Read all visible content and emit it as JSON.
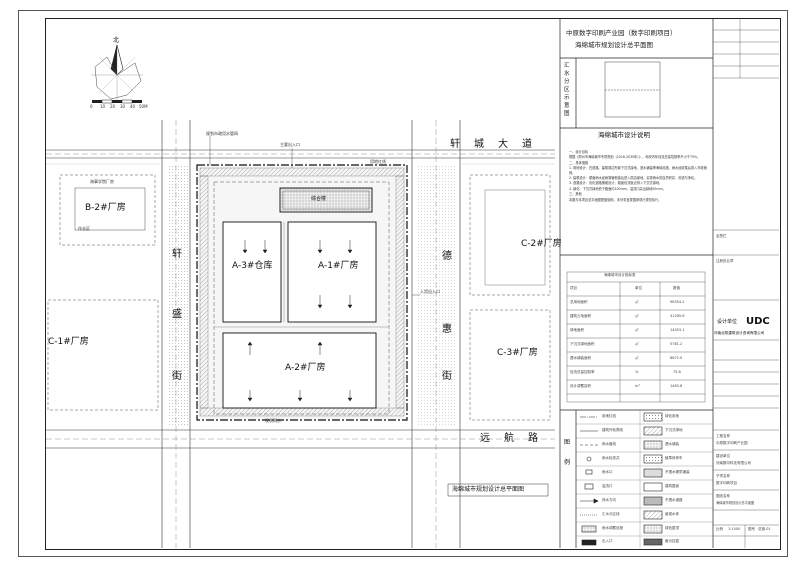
{
  "north_label": "北",
  "scale_ticks": [
    "0",
    "10",
    "20",
    "30",
    "40",
    "50M"
  ],
  "roads": {
    "xuancheng": "轩城大道",
    "yuanhang": "远航路",
    "xuansheng": [
      "轩",
      "盛",
      "街"
    ],
    "dehui": [
      "德",
      "惠",
      "街"
    ]
  },
  "buildings": {
    "b2": "B-2#厂房",
    "c1": "C-1#厂房",
    "a3": "A-3#仓库",
    "a1": "A-1#厂房",
    "a2": "A-2#厂房",
    "c3": "C-3#厂房",
    "c2": "C-2#厂房",
    "zonghe": "综合楼"
  },
  "site_labels": {
    "road_gate_top": "规划市政用水管网",
    "main_gate": "主要出入口",
    "side_gate": "入货出入口",
    "b2_note": "海事学院厂房",
    "tag1": "作业区",
    "bottom_note": "现状雨水",
    "boundary": "用地红线"
  },
  "titles": {
    "project_line1": "中原数字印刷产业园（数字印刷项目）",
    "project_line2": "海绵城市规划设计总平面图",
    "drainage_title": [
      "汇",
      "水",
      "分",
      "区",
      "示",
      "意",
      "图"
    ],
    "design_notes_title": "海绵城市设计说明",
    "drawing_footer": "海绵城市规划设计总平面图",
    "legend_title": [
      "图",
      "例"
    ]
  },
  "design_notes": [
    "一、设计目标",
    "根据《郑州市海绵城市专项规划（2016-2030年）》，地块内年径流总量控制率不小于75%。",
    "二、具体措施",
    "1. 场地设计：在道路、建筑周边布置下沉式绿地、透水铺装等海绵设施，雨水经收集后排入市政管网。",
    "2. 建筑设计：屋面雨水经雨落管断接后进入周边绿地，实现雨水的自然积存、渗透与净化。",
    "3. 道路设计：优化道路横坡设计，路面径流就近排入下沉式绿地。",
    "4. 绿化：下沉式绿地低于路面约100mm，溢流口高出绿地50mm。",
    "三、其他",
    "本图与本项目总平面图配套使用，未尽事宜按国家现行规范执行。"
  ],
  "table": {
    "header": "海绵城市设计指标表",
    "rows": [
      [
        "项目",
        "单位",
        "数值"
      ],
      [
        "总用地面积",
        "㎡",
        "96354.2"
      ],
      [
        "建筑占地面积",
        "㎡",
        "41285.6"
      ],
      [
        "绿地面积",
        "㎡",
        "14453.1"
      ],
      [
        "下沉式绿地面积",
        "㎡",
        "5781.2"
      ],
      [
        "透水铺装面积",
        "㎡",
        "8672.0"
      ],
      [
        "径流总量控制率",
        "%",
        "75.6"
      ],
      [
        "设计调蓄容积",
        "m³",
        "1463.8"
      ]
    ]
  },
  "legend": [
    [
      "用地红线",
      "绿化用地"
    ],
    [
      "建筑外轮廓线",
      "下沉式绿地"
    ],
    [
      "雨水管线",
      "透水铺装"
    ],
    [
      "雨水检查井",
      "植草砖停车"
    ],
    [
      "雨水口",
      "不透水硬质铺装"
    ],
    [
      "溢流口",
      "建筑屋面"
    ],
    [
      "排水方向",
      "不透水道路"
    ],
    [
      "汇水分区线",
      "景观水体"
    ],
    [
      "雨水调蓄设施",
      "绿色屋顶"
    ],
    [
      "出入口",
      "截污挂篮"
    ]
  ],
  "titleblock": {
    "design_unit_label": "设计单位",
    "udc": "UDC",
    "company": "河南北筑建筑设计咨询有限公司",
    "rows": [
      [
        "工程名称",
        "中原数字印刷产业园"
      ],
      [
        "建设单位",
        "河南数印科技有限公司"
      ],
      [
        "子项名称",
        "数字印刷项目"
      ],
      [
        "图纸名称",
        "海绵城市规划设计总平面图"
      ]
    ],
    "stamp_label": "注册执业章",
    "sign_label": "会签栏",
    "scale_label": "比例",
    "scale_value": "1:1000",
    "drawing_no_label": "图号",
    "drawing_no_value": "总施-01"
  }
}
